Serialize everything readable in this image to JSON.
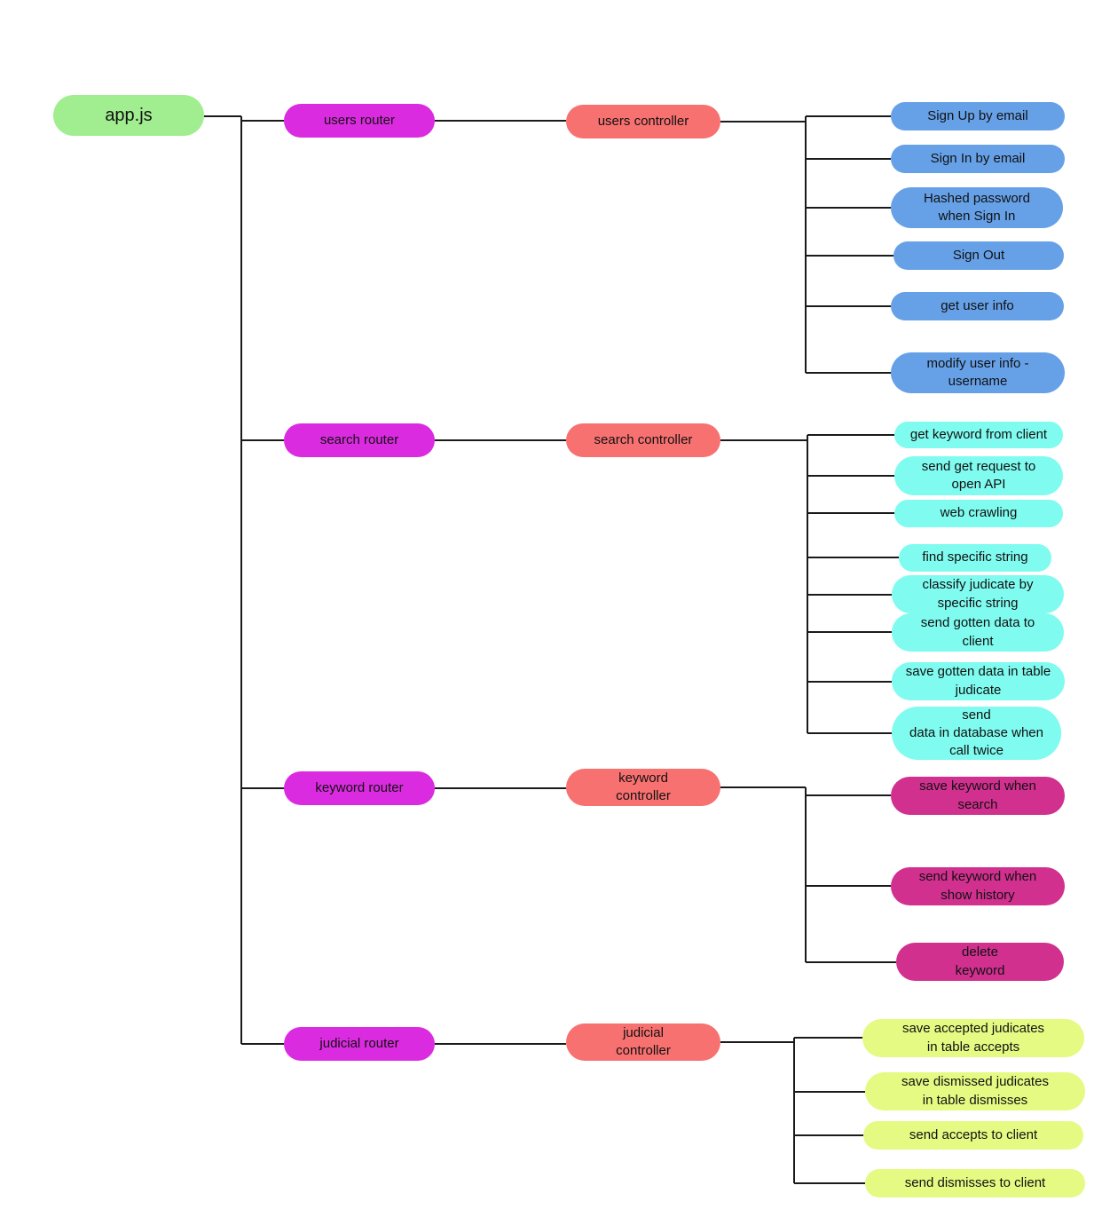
{
  "diagram": {
    "root": {
      "label": "app.js"
    },
    "branches": [
      {
        "router": {
          "label": "users router"
        },
        "controller": {
          "label": "users controller"
        },
        "leaves": [
          {
            "label": "Sign Up by email"
          },
          {
            "label": "Sign In by email"
          },
          {
            "label": "Hashed password\nwhen Sign In"
          },
          {
            "label": "Sign Out"
          },
          {
            "label": "get user info"
          },
          {
            "label": "modify user info -\nusername"
          }
        ]
      },
      {
        "router": {
          "label": "search router"
        },
        "controller": {
          "label": "search controller"
        },
        "leaves": [
          {
            "label": "get keyword from client"
          },
          {
            "label": "send get request to\nopen API"
          },
          {
            "label": "web crawling"
          },
          {
            "label": "find specific string"
          },
          {
            "label": "classify judicate by\nspecific string"
          },
          {
            "label": "send gotten data to\nclient"
          },
          {
            "label": "save gotten data in table\njudicate"
          },
          {
            "label": "send\ndata in database when\ncall twice"
          }
        ]
      },
      {
        "router": {
          "label": "keyword router"
        },
        "controller": {
          "label": "keyword\ncontroller"
        },
        "leaves": [
          {
            "label": "save keyword when\nsearch"
          },
          {
            "label": "send keyword when\nshow history"
          },
          {
            "label": "delete\nkeyword"
          }
        ]
      },
      {
        "router": {
          "label": "judicial router"
        },
        "controller": {
          "label": "judicial\ncontroller"
        },
        "leaves": [
          {
            "label": "save accepted judicates\nin table accepts"
          },
          {
            "label": "save dismissed judicates\nin table dismisses"
          },
          {
            "label": "send accepts to client"
          },
          {
            "label": "send dismisses to client"
          }
        ]
      }
    ],
    "colors": {
      "root": "#a0ee90",
      "router": "#db2be0",
      "controller": "#f87171",
      "users_leaves": "#66a1e8",
      "search_leaves": "#7ffbef",
      "keyword_leaves": "#d1308f",
      "judicial_leaves": "#e5fa82",
      "connector": "#1a1a1a"
    }
  }
}
